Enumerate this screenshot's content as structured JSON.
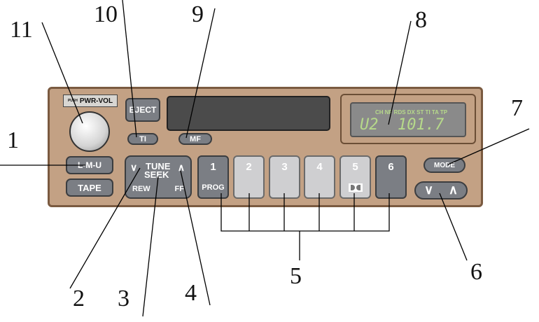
{
  "callouts": {
    "n1": "1",
    "n2": "2",
    "n3": "3",
    "n4": "4",
    "n5": "5",
    "n6": "6",
    "n7": "7",
    "n8": "8",
    "n9": "9",
    "n10": "10",
    "n11": "11"
  },
  "radio": {
    "knob_label_small": "PUSH",
    "knob_label": "PWR-VOL",
    "eject": "EJECT",
    "ti": "TI",
    "mf": "MF",
    "band": "L-M-U",
    "tape": "TAPE",
    "tune": "TUNE",
    "seek": "SEEK",
    "rew": "REW",
    "ff": "FF",
    "mode": "MODE",
    "display_indicators": "CH NF RDS DX ST TI TA TP",
    "display_band": "U2",
    "display_freq": "101.7",
    "presets": [
      {
        "num": "1",
        "sub": "PROG"
      },
      {
        "num": "2",
        "sub": ""
      },
      {
        "num": "3",
        "sub": ""
      },
      {
        "num": "4",
        "sub": ""
      },
      {
        "num": "5",
        "sub": "dolby"
      },
      {
        "num": "6",
        "sub": ""
      }
    ]
  },
  "colors": {
    "panel": "#c3a184",
    "display": "#8a8a8a",
    "display_text": "#b6d98a"
  }
}
